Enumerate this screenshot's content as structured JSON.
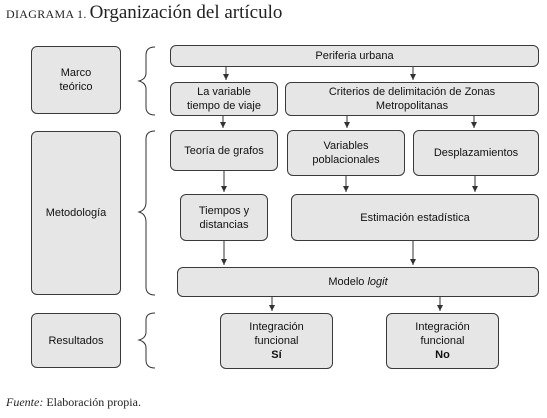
{
  "title": {
    "label": "DIAGRAMA 1.",
    "text": "Organización del artículo"
  },
  "sections": {
    "marco": [
      "Marco",
      "teórico"
    ],
    "metodologia": "Metodología",
    "resultados": "Resultados"
  },
  "boxes": {
    "periferia": "Periferia urbana",
    "variable_tiempo": [
      "La variable",
      "tiempo de viaje"
    ],
    "criterios": [
      "Criterios de delimitación de Zonas",
      "Metropolitanas"
    ],
    "teoria_grafos": "Teoría de grafos",
    "variables_poblacionales": [
      "Variables",
      "poblacionales"
    ],
    "desplazamientos": "Desplazamientos",
    "tiempos_distancias": [
      "Tiempos y",
      "distancias"
    ],
    "estimacion": "Estimación estadística",
    "modelo_prefix": "Modelo",
    "modelo_italic": "logit",
    "integracion_si": [
      "Integración",
      "funcional",
      "Sí"
    ],
    "integracion_no": [
      "Integración",
      "funcional",
      "No"
    ]
  },
  "source": {
    "label": "Fuente:",
    "text": "Elaboración propia."
  }
}
